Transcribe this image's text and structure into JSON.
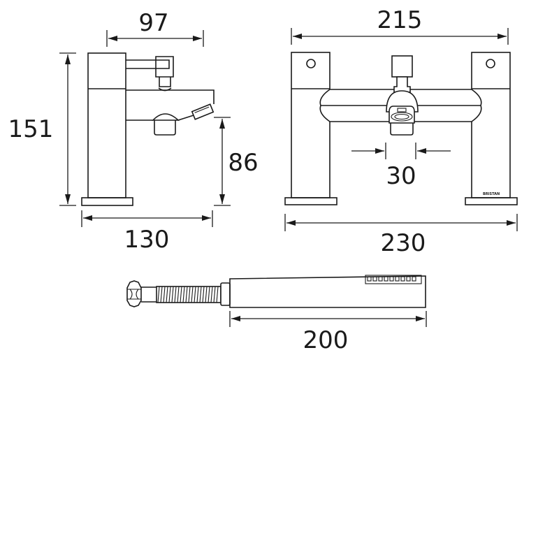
{
  "diagram": {
    "type": "technical-dimension-drawing",
    "subject": "Bath shower mixer tap with handset",
    "units": "mm",
    "line_color": "#1a1a1a",
    "background": "#ffffff"
  },
  "side_view": {
    "label": "side-view",
    "dimensions": {
      "spout_projection": "97",
      "overall_height": "151",
      "spout_height": "86",
      "base_depth": "130"
    }
  },
  "front_view": {
    "label": "front-view",
    "dimensions": {
      "body_width": "215",
      "spout_width": "30",
      "overall_width": "230"
    },
    "brand_mark": "BRISTAN"
  },
  "handset_view": {
    "label": "shower-handset",
    "dimensions": {
      "handset_length": "200"
    }
  }
}
